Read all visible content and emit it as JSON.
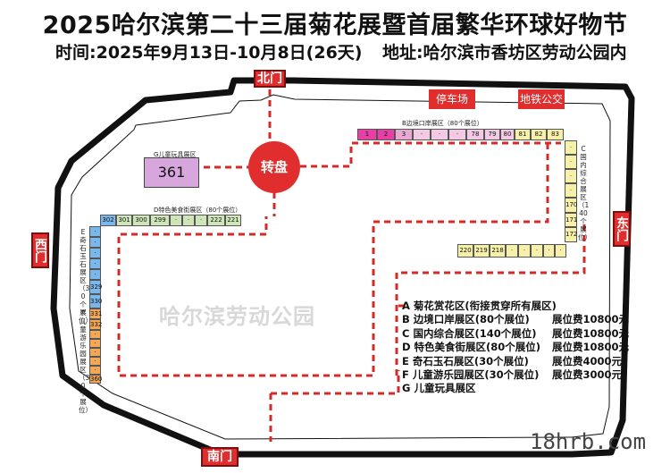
{
  "header": {
    "title": "2025哈尔滨第二十三届菊花展暨首届繁华环球好物节",
    "time": "时间:2025年9月13日-10月8日(26天)",
    "address": "地址:哈尔滨市香坊区劳动公园内"
  },
  "gates": {
    "north": "北门",
    "south": "南门",
    "west": "西门",
    "east": "东门"
  },
  "roundabout": "转盘",
  "park_name": "哈尔滨劳动公园",
  "parking": "停车场",
  "metro": "地铁公交",
  "zones": {
    "B": {
      "label": "B边境口岸展区（80个展位）",
      "cells": [
        "1",
        "2",
        "3",
        "·",
        "·",
        "·",
        "78",
        "79",
        "80"
      ],
      "colors": [
        "#e83fa6",
        "#e8a8d0",
        "#f3c9e3"
      ]
    },
    "B2": {
      "cells": [
        "81",
        "82",
        "83"
      ],
      "color": "#f6f0a8"
    },
    "C": {
      "label": "C国内综合展区（140个展位）",
      "cells": [
        "·",
        "·",
        "·",
        "·",
        "170",
        "171",
        "172"
      ],
      "color": "#f6f0a8"
    },
    "C2": {
      "cells": [
        "220",
        "219",
        "218",
        "·",
        "·",
        "·",
        "·",
        "·"
      ],
      "color": "#f6f0a8"
    },
    "D": {
      "label": "D特色美食街展区（80个展位）",
      "cells": [
        "302",
        "301",
        "300",
        "299",
        "·",
        "·",
        "·",
        "222",
        "221"
      ],
      "colors": [
        "#7ab8ec",
        "#cfe6b8"
      ]
    },
    "E": {
      "label": "E奇石玉石展区（30个展位）",
      "cells": [
        "·",
        "·",
        "·",
        "·",
        "·",
        "329",
        "330"
      ],
      "color": "#7ab8ec"
    },
    "F": {
      "label": "F儿童游乐园展区（30个展位）",
      "cells": [
        "331",
        "332",
        "·",
        "·",
        "·",
        "·",
        "·",
        "360"
      ],
      "color": "#f4a755"
    },
    "G": {
      "label": "G儿童玩具展区",
      "number": "361",
      "color": "#d7a6dd"
    }
  },
  "legend": [
    {
      "text": "A 菊花赏花区(衔接贯穿所有展区)",
      "fee": ""
    },
    {
      "text": "B 边境口岸展区(80个展位)",
      "fee": "展位费10800元"
    },
    {
      "text": "C 国内综合展区(140个展位)",
      "fee": "展位费10800元"
    },
    {
      "text": "D 特色美食街展区(80个展位)",
      "fee": "展位费10800元"
    },
    {
      "text": "E 奇石玉石展区(30个展位)",
      "fee": "展位费4000元"
    },
    {
      "text": "F 儿童游乐园展区(30个展位)",
      "fee": "展位费3000元"
    },
    {
      "text": "G 儿童玩具展区",
      "fee": ""
    }
  ],
  "website": "18hrb.com",
  "colors": {
    "accent_red": "#e02d2d",
    "path_red": "#d42a2a",
    "boundary": "#111111"
  }
}
